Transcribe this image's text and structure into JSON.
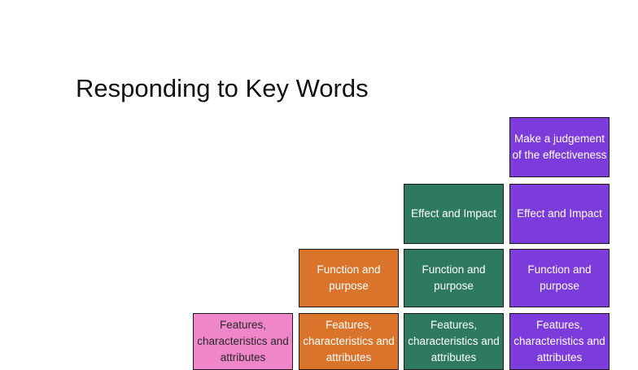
{
  "title": "Responding to Key Words",
  "colors": {
    "pink": "#ee86c9",
    "orange": "#d9742a",
    "green": "#2e7a5f",
    "purple": "#7c3bdb"
  },
  "columns": [
    {
      "cells": [
        "Features, characteristics and attributes"
      ]
    },
    {
      "cells": [
        "Function and purpose",
        "Features, characteristics and attributes"
      ]
    },
    {
      "cells": [
        "Effect and Impact",
        "Function and purpose",
        "Features, characteristics and attributes"
      ]
    },
    {
      "cells": [
        "Make a judgement of the effectiveness",
        "Effect and Impact",
        "Function and purpose",
        "Features, characteristics and attributes"
      ]
    }
  ]
}
